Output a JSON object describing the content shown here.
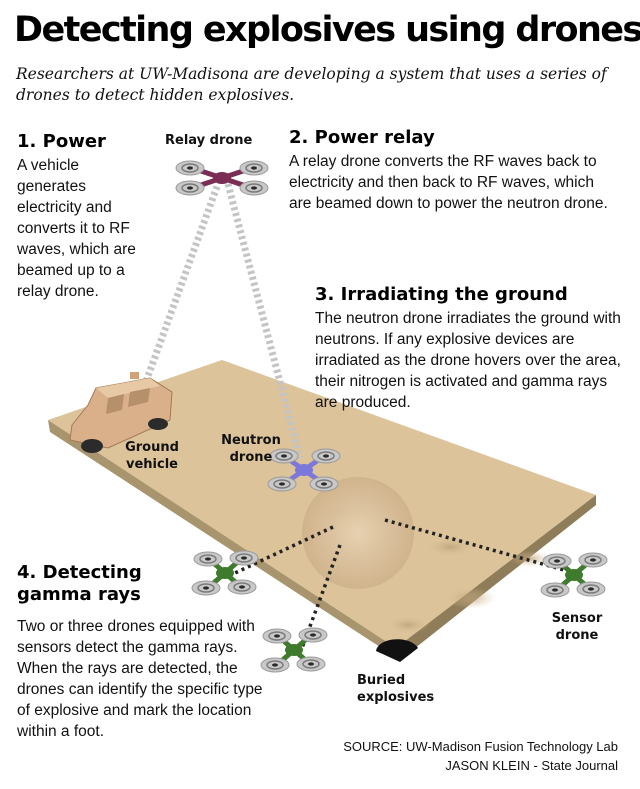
{
  "title": "Detecting explosives using drones",
  "subtitle": "Researchers at UW-Madisona are developing a system that uses a series of drones to detect hidden explosives.",
  "steps": [
    {
      "heading": "1. Power",
      "body": "A vehicle generates electricity and converts it to RF waves, which are beamed up to a relay drone."
    },
    {
      "heading": "2. Power relay",
      "body": "A relay drone converts the RF waves back to electricity and then back to RF waves, which are beamed down to power the neutron drone."
    },
    {
      "heading": "3. Irradiating the ground",
      "body": "The neutron drone irradiates the ground with neutrons. If any explosive devices are irradiated as the drone hovers over the area, their nitrogen is activated and gamma rays are produced."
    },
    {
      "heading": "4. Detecting gamma rays",
      "body": "Two or three drones equipped with sensors detect the gamma rays. When the rays are detected, the drones can identify the specific type of explosive and mark the location within a foot."
    }
  ],
  "labels": {
    "relay_drone": "Relay drone",
    "ground_vehicle": "Ground vehicle",
    "neutron_drone": "Neutron drone",
    "sensor_drone": "Sensor drone",
    "buried_explosives": "Buried explosives"
  },
  "source": {
    "line1": "SOURCE: UW-Madison Fusion Technology Lab",
    "line2": "JASON KLEIN - State Journal"
  },
  "colors": {
    "ground": "#dcc39a",
    "ground_side": "#a8946d",
    "relay_drone": "#7a2d55",
    "neutron_drone": "#7b78d9",
    "sensor_drone": "#3f7b2c",
    "vehicle": "#d9b08a",
    "beam": "#c4c4c4"
  }
}
